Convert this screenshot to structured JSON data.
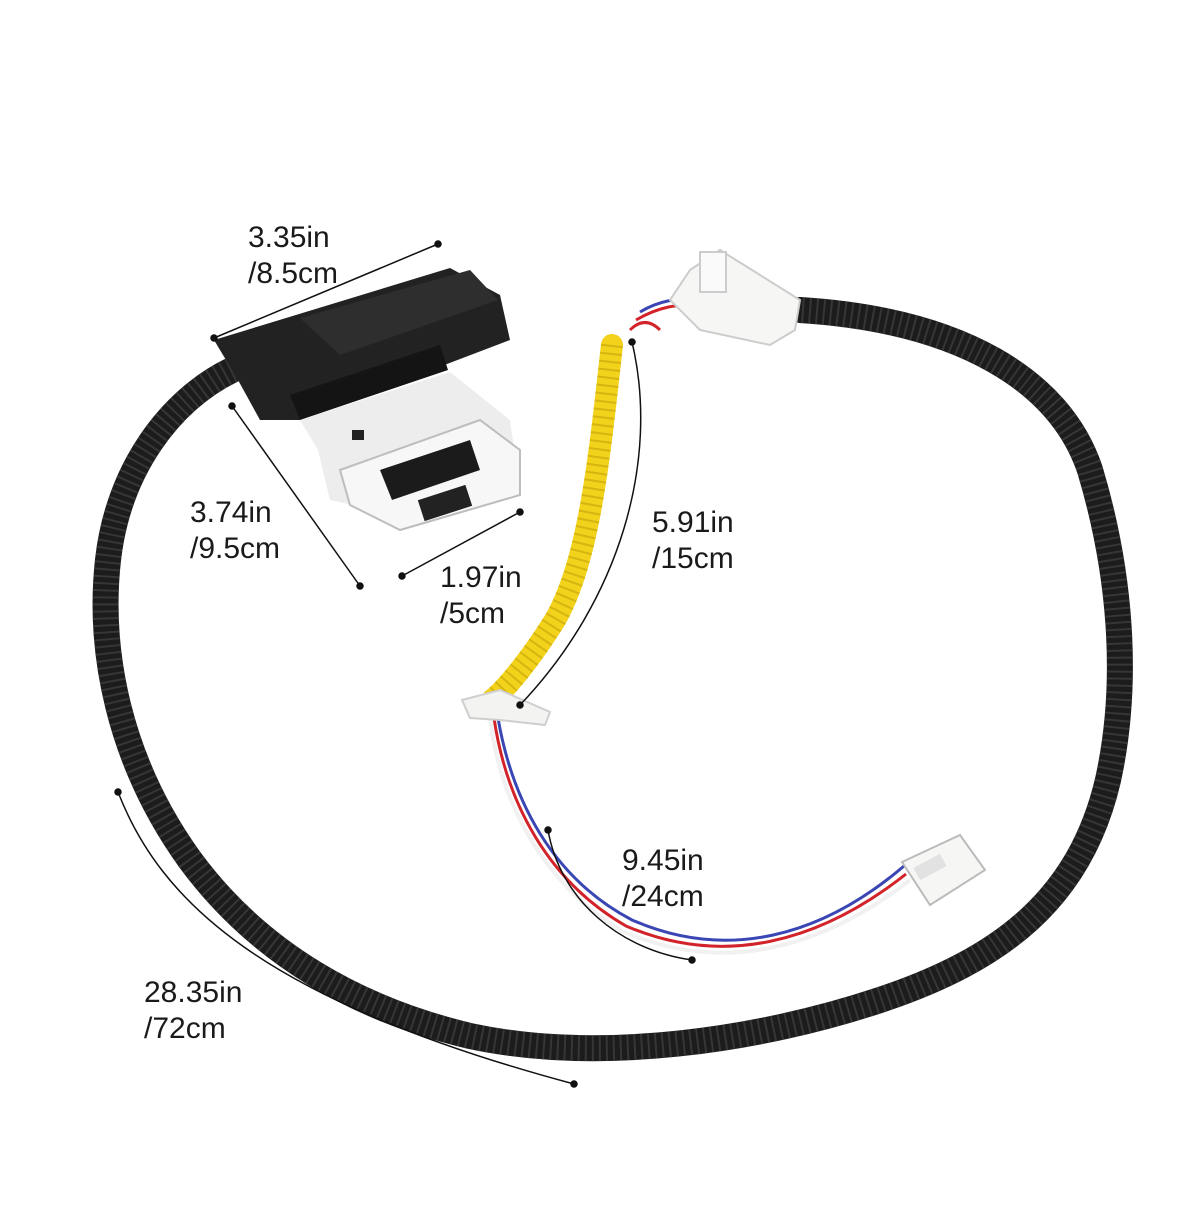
{
  "dimensions": [
    {
      "id": "lock-length",
      "inch": "3.35in",
      "cm": "/8.5cm"
    },
    {
      "id": "lock-depth",
      "inch": "3.74in",
      "cm": "/9.5cm"
    },
    {
      "id": "lock-height",
      "inch": "1.97in",
      "cm": "/5cm"
    },
    {
      "id": "yellow-sleeve",
      "inch": "5.91in",
      "cm": "/15cm"
    },
    {
      "id": "wire-lead",
      "inch": "9.45in",
      "cm": "/24cm"
    },
    {
      "id": "black-harness",
      "inch": "28.35in",
      "cm": "/72cm"
    }
  ],
  "colors": {
    "background": "#ffffff",
    "harness": "#1c1c1c",
    "lock_body": "#222222",
    "lock_latch": "#eeeeee",
    "sleeve": "#f2d21b",
    "connector": "#f6f6f4",
    "wire_red": "#d2232a",
    "wire_blue": "#3a46b4",
    "wire_white": "#f1f1f1"
  }
}
